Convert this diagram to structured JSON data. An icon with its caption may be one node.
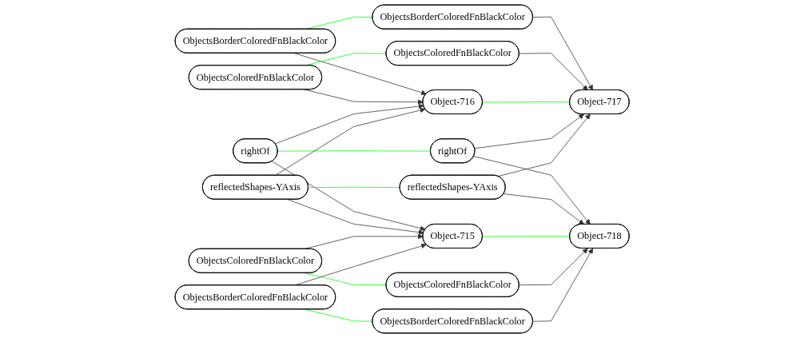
{
  "diagram": {
    "nodes": [
      {
        "text": [
          "ObjectsBorderColoredFnBlackColor"
        ]
      },
      {
        "text": [
          "ObjectsBorderColoredFnBlackColor"
        ]
      },
      {
        "text": [
          "ObjectsColoredFnBlackColor"
        ]
      },
      {
        "text": [
          "ObjectsColoredFnBlackColor"
        ]
      },
      {
        "text": [
          "Object-716"
        ]
      },
      {
        "text": [
          "Object-717"
        ]
      },
      {
        "text": [
          "rightOf"
        ]
      },
      {
        "text": [
          "reflectedShapes-YAxis"
        ]
      },
      {
        "text": [
          "rightOf"
        ]
      },
      {
        "text": [
          "reflectedShapes-YAxis"
        ]
      },
      {
        "text": [
          "Object-715"
        ]
      },
      {
        "text": [
          "Object-718"
        ]
      },
      {
        "text": [
          "ObjectsColoredFnBlackColor"
        ]
      },
      {
        "text": [
          "ObjectsColoredFnBlackColor"
        ]
      },
      {
        "text": [
          "ObjectsBorderColoredFnBlackColor"
        ]
      },
      {
        "text": [
          "ObjectsBorderColoredFnBlackColor"
        ]
      }
    ],
    "edges": [
      {
        "from": 0,
        "to": 4,
        "arrow": "to"
      },
      {
        "from": 0,
        "to": 1,
        "arrow": "none",
        "color": "#00ff00"
      },
      {
        "from": 1,
        "to": 5,
        "arrow": "to"
      },
      {
        "from": 2,
        "to": 4,
        "arrow": "to"
      },
      {
        "from": 2,
        "to": 3,
        "arrow": "none",
        "color": "#00ff00"
      },
      {
        "from": 3,
        "to": 5,
        "arrow": "to"
      },
      {
        "from": 4,
        "to": 5,
        "arrow": "none",
        "color": "#00ff00"
      },
      {
        "from": 6,
        "to": 4,
        "arrow": "to"
      },
      {
        "from": 6,
        "to": 10,
        "arrow": "to"
      },
      {
        "from": 6,
        "to": 8,
        "arrow": "none",
        "color": "#00ff00"
      },
      {
        "from": 7,
        "to": 4,
        "arrow": "to"
      },
      {
        "from": 7,
        "to": 10,
        "arrow": "to"
      },
      {
        "from": 7,
        "to": 9,
        "arrow": "none",
        "color": "#00ff00"
      },
      {
        "from": 8,
        "to": 5,
        "arrow": "to"
      },
      {
        "from": 8,
        "to": 11,
        "arrow": "to"
      },
      {
        "from": 9,
        "to": 5,
        "arrow": "to"
      },
      {
        "from": 9,
        "to": 11,
        "arrow": "to"
      },
      {
        "from": 10,
        "to": 11,
        "arrow": "none",
        "color": "#00ff00"
      },
      {
        "from": 12,
        "to": 10,
        "arrow": "to"
      },
      {
        "from": 12,
        "to": 13,
        "arrow": "none",
        "color": "#00ff00"
      },
      {
        "from": 13,
        "to": 11,
        "arrow": "to"
      },
      {
        "from": 14,
        "to": 10,
        "arrow": "to"
      },
      {
        "from": 14,
        "to": 15,
        "arrow": "none",
        "color": "#00ff00"
      },
      {
        "from": 15,
        "to": 11,
        "arrow": "to"
      }
    ]
  }
}
